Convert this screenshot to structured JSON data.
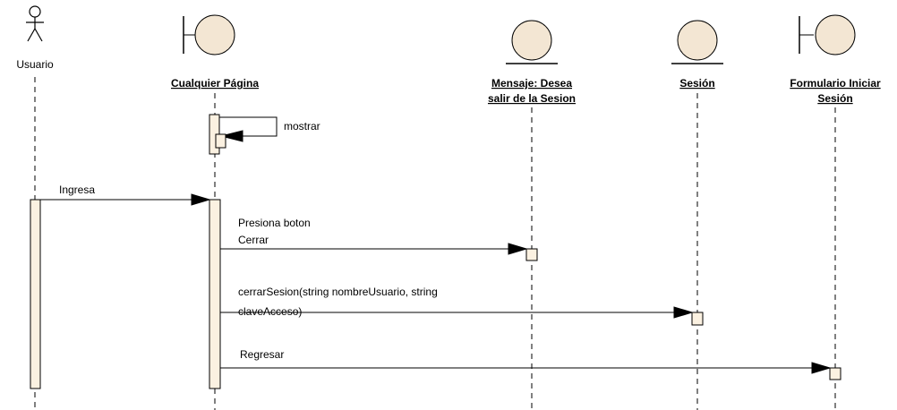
{
  "participants": {
    "usuario": "Usuario",
    "cualquier_pagina": "Cualquier Página",
    "mensaje_line1": "Mensaje: Desea",
    "mensaje_line2": "salir de la Sesion",
    "sesion": "Sesión",
    "formulario_line1": "Formulario Iniciar",
    "formulario_line2": "Sesión"
  },
  "messages": {
    "mostrar": "mostrar",
    "ingresa": "Ingresa",
    "presiona_line1": "Presiona boton",
    "presiona_line2": "Cerrar",
    "cerrar_line1": "cerrarSesion(string nombreUsuario, string",
    "cerrar_line2": "claveAcceso)",
    "regresar": "Regresar"
  }
}
